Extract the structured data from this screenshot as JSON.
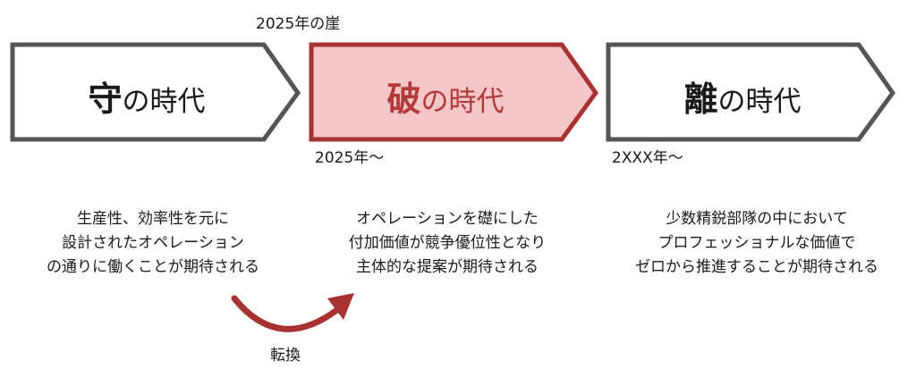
{
  "top_label": "2025年の崖",
  "eras": [
    {
      "big": "守",
      "rest": "の時代"
    },
    {
      "big": "破",
      "rest": "の時代"
    },
    {
      "big": "離",
      "rest": "の時代"
    }
  ],
  "start_labels": [
    "2025年〜",
    "2XXX年〜"
  ],
  "descriptions": [
    [
      "生産性、効率性を元に",
      "設計されたオペレーション",
      "の通りに働くことが期待される"
    ],
    [
      "オペレーションを礎にした",
      "付加価値が競争優位性となり",
      "主体的な提案が期待される"
    ],
    [
      "少数精鋭部隊の中において",
      "プロフェッショナルな価値で",
      "ゼロから推進することが期待される"
    ]
  ],
  "transition_label": "転換",
  "colors": {
    "highlight_border": "#a83232",
    "highlight_fill": "#f4c6c8",
    "highlight_text": "#b33a3a",
    "neutral_border": "#555555"
  }
}
